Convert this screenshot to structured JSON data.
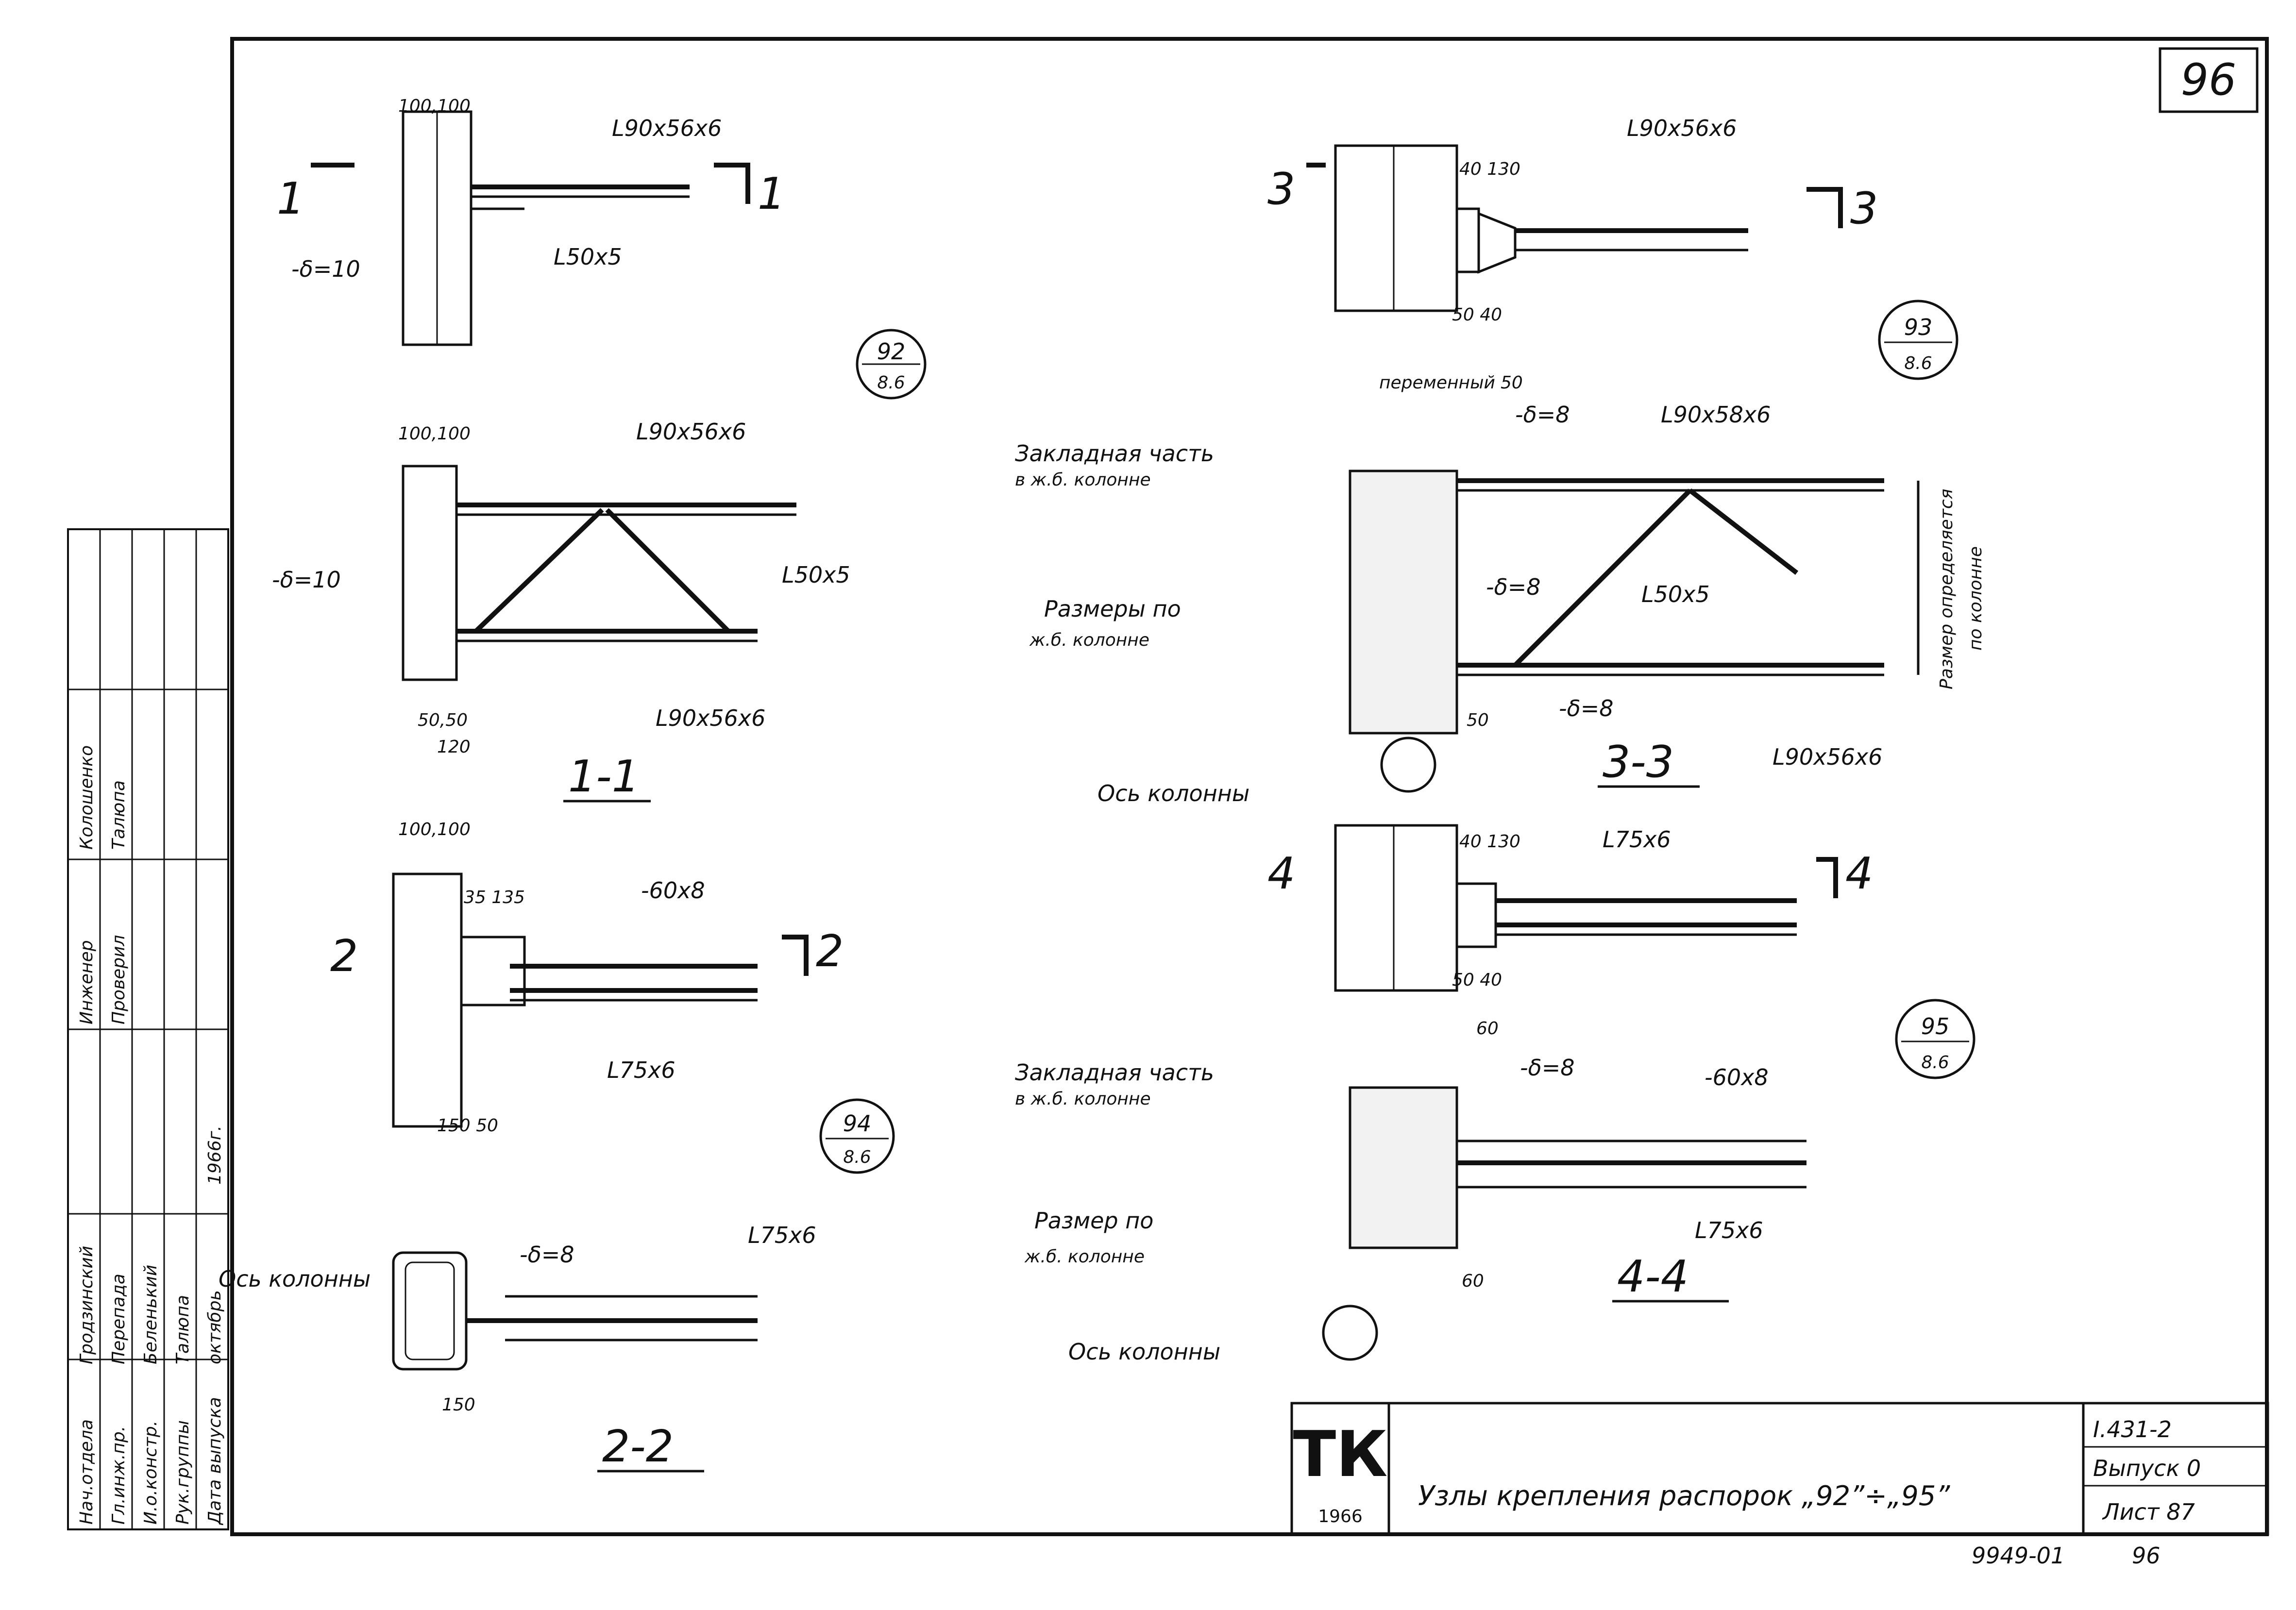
{
  "sheet": {
    "number_corner": "96",
    "title": "Узлы крепления распорок „92”÷„95”",
    "logo": "ТК",
    "year": "1966",
    "series": "I.431-2",
    "issue": "Выпуск 0",
    "list": "Лист 87",
    "archive_no": "9949-01",
    "archive_page": "96"
  },
  "stamp": {
    "rows": [
      {
        "role": "Нач.отдела",
        "name": "Гродзинский"
      },
      {
        "role": "Гл.инж.пр.",
        "name": "Перепада"
      },
      {
        "role": "И.о.констр.",
        "name": "Беленький"
      },
      {
        "role": "Рук.группы",
        "name": "Талюпа"
      },
      {
        "role": "Дата выпуска",
        "name": "октябрь"
      }
    ],
    "rows_top": [
      {
        "role": "Инженер",
        "name": "Колошенко"
      },
      {
        "role": "Проверил",
        "name": "Талюпа"
      }
    ],
    "date_year": "1966г."
  },
  "nodes": {
    "n92": {
      "num": "92",
      "sub": "8.6"
    },
    "n93": {
      "num": "93",
      "sub": "8.6"
    },
    "n94": {
      "num": "94",
      "sub": "8.6"
    },
    "n95": {
      "num": "95",
      "sub": "8.6"
    }
  },
  "sections": {
    "s11": "1-1",
    "s22": "2-2",
    "s33": "3-3",
    "s44": "4-4",
    "cut1": "1",
    "cut2": "2",
    "cut3": "3",
    "cut4": "4"
  },
  "labels": {
    "l90x56x6": "L90x56x6",
    "l90x58x6": "L90x58x6",
    "l50x5": "L50x5",
    "l75x6": "L75x6",
    "plate_60x8": "-60x8",
    "d10": "-δ=10",
    "d8": "-δ=8",
    "dim_100_100": "100,100",
    "dim_50_50": "50,50",
    "dim_120": "120",
    "dim_150": "150",
    "dim_150_50": "150   50",
    "dim_35_135": "35 135",
    "dim_40_130": "40 130",
    "dim_50_40": "50 40",
    "dim_60": "60",
    "dim_50": "50",
    "dim_variable": "переменный",
    "axis_column": "Ось колонны",
    "embedded_part": "Закладная часть",
    "in_rc_column": "в ж.б. колонне",
    "sizes_by": "Размеры по",
    "size_by": "Размер по",
    "rc_column": "ж.б. колонне",
    "size_defined": "Размер определяется",
    "by_column": "по колонне"
  }
}
